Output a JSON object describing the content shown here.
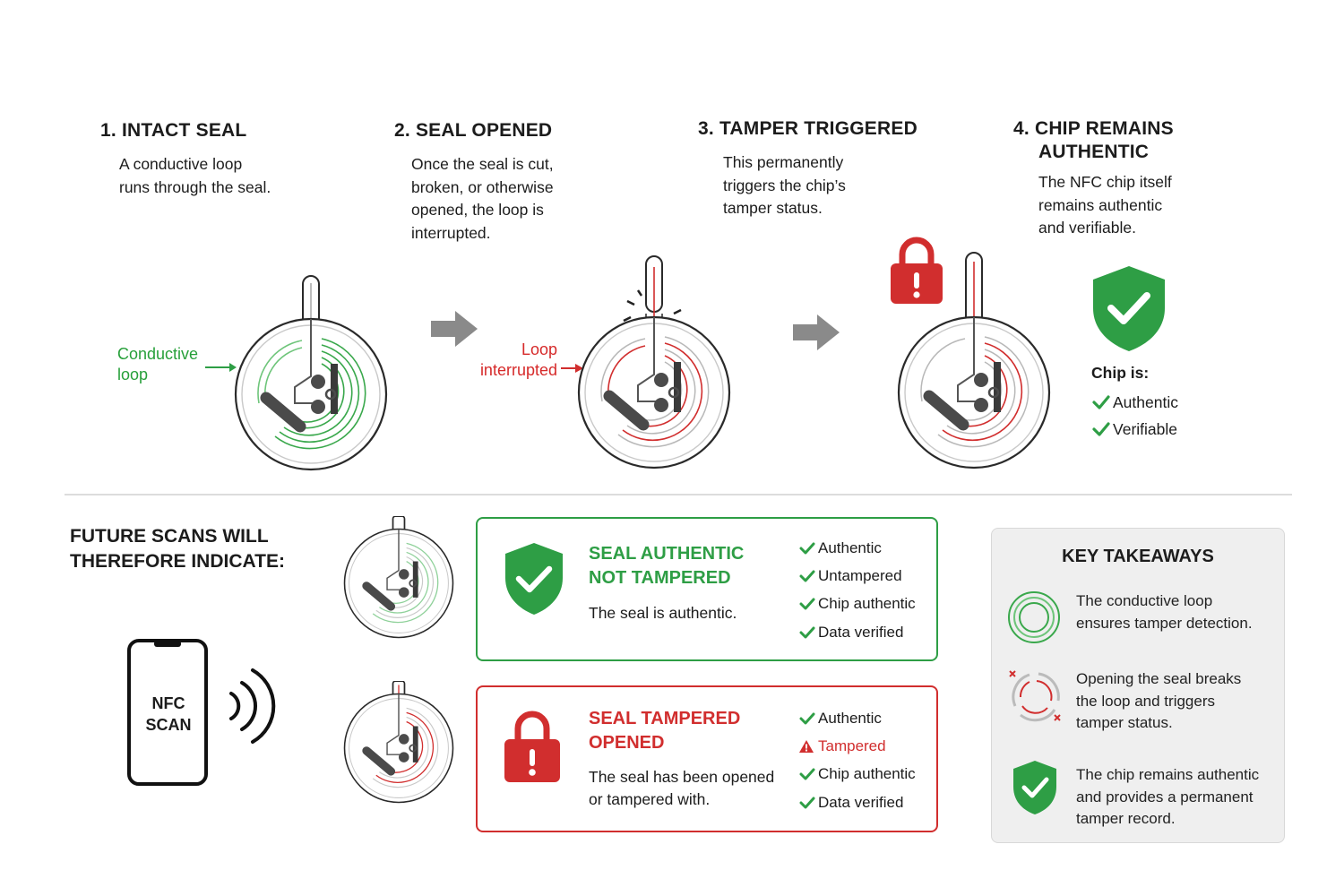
{
  "colors": {
    "green": "#2e9e45",
    "red": "#d12e2e",
    "arrow_gray": "#8a8a8a",
    "takeaways_bg": "#efefef"
  },
  "steps": [
    {
      "title": "1. INTACT SEAL",
      "desc": [
        "A conductive loop",
        "runs through the seal."
      ],
      "callout": [
        "Conductive",
        "loop"
      ]
    },
    {
      "title": "2. SEAL OPENED",
      "desc": [
        "Once the seal is cut,",
        "broken, or otherwise",
        "opened, the loop is",
        "interrupted."
      ],
      "callout": [
        "Loop",
        "interrupted"
      ]
    },
    {
      "title": "3. TAMPER TRIGGERED",
      "desc": [
        "This permanently",
        "triggers the chip’s",
        "tamper status."
      ]
    },
    {
      "title_lines": [
        "4. CHIP REMAINS",
        "AUTHENTIC"
      ],
      "desc": [
        "The NFC chip itself",
        "remains authentic",
        "and verifiable."
      ],
      "chip_is": "Chip is:",
      "chip_checks": [
        "Authentic",
        "Verifiable"
      ]
    }
  ],
  "future": {
    "heading": [
      "FUTURE SCANS WILL",
      "THEREFORE INDICATE:"
    ],
    "phone_label": [
      "NFC",
      "SCAN"
    ]
  },
  "cards": [
    {
      "title": [
        "SEAL AUTHENTIC",
        "NOT TAMPERED"
      ],
      "desc": [
        "The seal is authentic."
      ],
      "checks": [
        {
          "label": "Authentic",
          "status": "ok"
        },
        {
          "label": "Untampered",
          "status": "ok"
        },
        {
          "label": "Chip authentic",
          "status": "ok"
        },
        {
          "label": "Data verified",
          "status": "ok"
        }
      ]
    },
    {
      "title": [
        "SEAL TAMPERED",
        "OPENED"
      ],
      "desc": [
        "The seal has been opened",
        "or tampered with."
      ],
      "checks": [
        {
          "label": "Authentic",
          "status": "ok"
        },
        {
          "label": "Tampered",
          "status": "warn"
        },
        {
          "label": "Chip authentic",
          "status": "ok"
        },
        {
          "label": "Data verified",
          "status": "ok"
        }
      ]
    }
  ],
  "takeaways": {
    "title": "KEY TAKEAWAYS",
    "items": [
      {
        "icon": "loop-icon",
        "lines": [
          "The conductive loop",
          "ensures tamper detection."
        ]
      },
      {
        "icon": "broken-loop-icon",
        "lines": [
          "Opening the seal breaks",
          "the loop and triggers",
          "tamper status."
        ]
      },
      {
        "icon": "shield-check-icon",
        "lines": [
          "The chip remains authentic",
          "and provides a permanent",
          "tamper record."
        ]
      }
    ]
  }
}
